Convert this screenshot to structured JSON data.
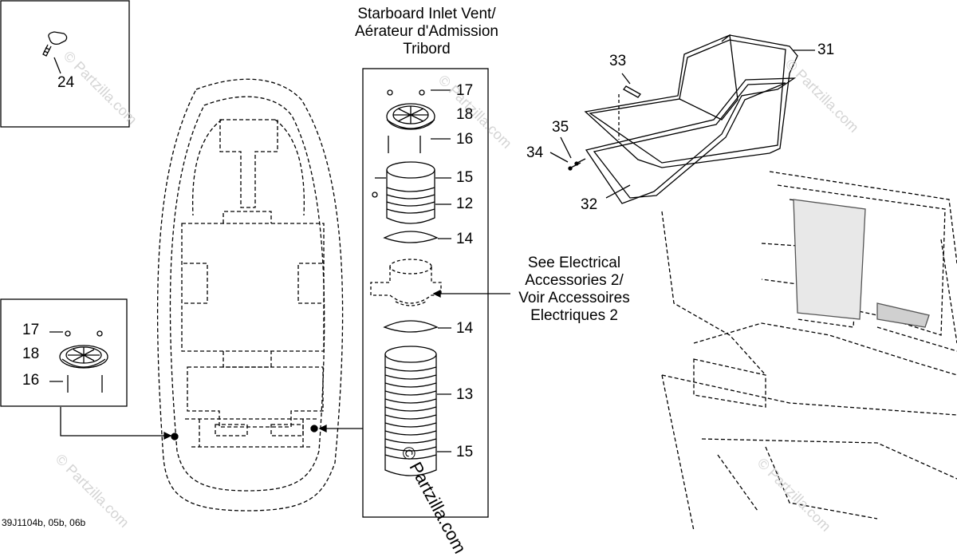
{
  "headings": {
    "inlet_vent": [
      "Starboard Inlet Vent/",
      "Aérateur d'Admission",
      "Tribord"
    ],
    "electrical": [
      "See Electrical",
      "Accessories 2/",
      "Voir Accessoires",
      "Electriques 2"
    ]
  },
  "callouts": {
    "c24": "24",
    "c17a": "17",
    "c18a": "18",
    "c16a": "16",
    "c17b": "17",
    "c18b": "18",
    "c16b": "16",
    "c15a": "15",
    "c12": "12",
    "c14a": "14",
    "c14b": "14",
    "c13": "13",
    "c15b": "15",
    "c31": "31",
    "c33": "33",
    "c35": "35",
    "c34": "34",
    "c32": "32"
  },
  "footer": "39J1104b, 05b, 06b",
  "watermark": "© Partzilla.com",
  "colors": {
    "line": "#000000",
    "watermark": "#d4d4d4",
    "background": "#ffffff"
  }
}
